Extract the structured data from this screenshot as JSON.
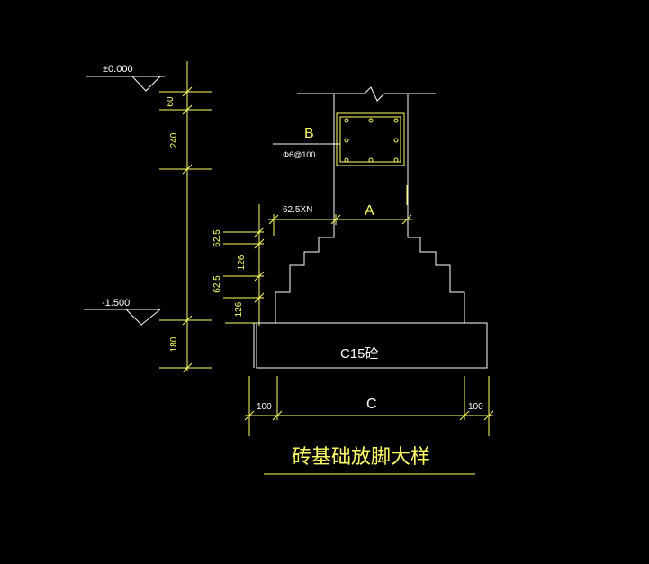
{
  "colors": {
    "background": "#000000",
    "structure": "#ffffff",
    "dimension": "#ffff66"
  },
  "elevations": {
    "top": "±0.000",
    "bottom": "-1.500"
  },
  "left_dimensions": {
    "d60": "60",
    "d240": "240",
    "d180": "180"
  },
  "step_dimensions": {
    "step1_width": "62.5",
    "step1_height": "126",
    "step2_width": "62.5",
    "step2_height": "126"
  },
  "labels": {
    "beam": "B",
    "stirrup": "Φ6@100",
    "offset": "62.5XN",
    "wall_width": "A",
    "concrete": "C15砼",
    "base_width": "C",
    "edge_left": "100",
    "edge_right": "100"
  },
  "title": "砖基础放脚大样"
}
